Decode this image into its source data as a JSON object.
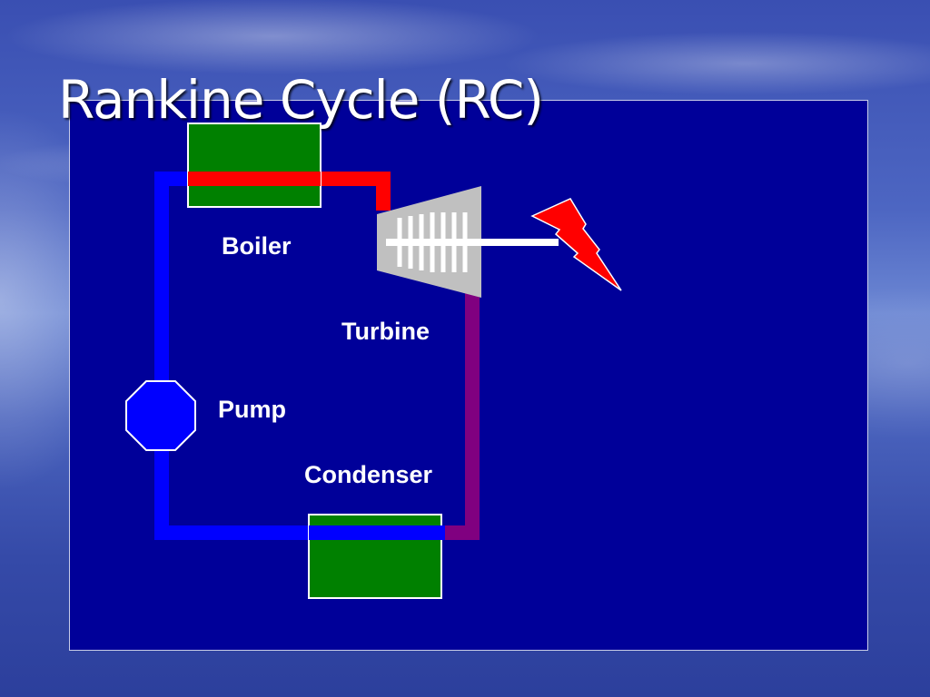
{
  "slide": {
    "title": "Rankine Cycle (RC)"
  },
  "diagram": {
    "labels": {
      "boiler": "Boiler",
      "turbine": "Turbine",
      "pump": "Pump",
      "condenser": "Condenser"
    },
    "colors": {
      "panel": "#000099",
      "cold_liquid_pipe": "#0000ff",
      "hot_steam_pipe": "#ff0000",
      "exhaust_pipe": "#800080",
      "heat_exchanger": "#008000",
      "turbine_body": "#c0c0c0",
      "shaft": "#ffffff",
      "lightning": "#ff0000"
    },
    "icons": {
      "power_output": "lightning-bolt-icon"
    }
  }
}
